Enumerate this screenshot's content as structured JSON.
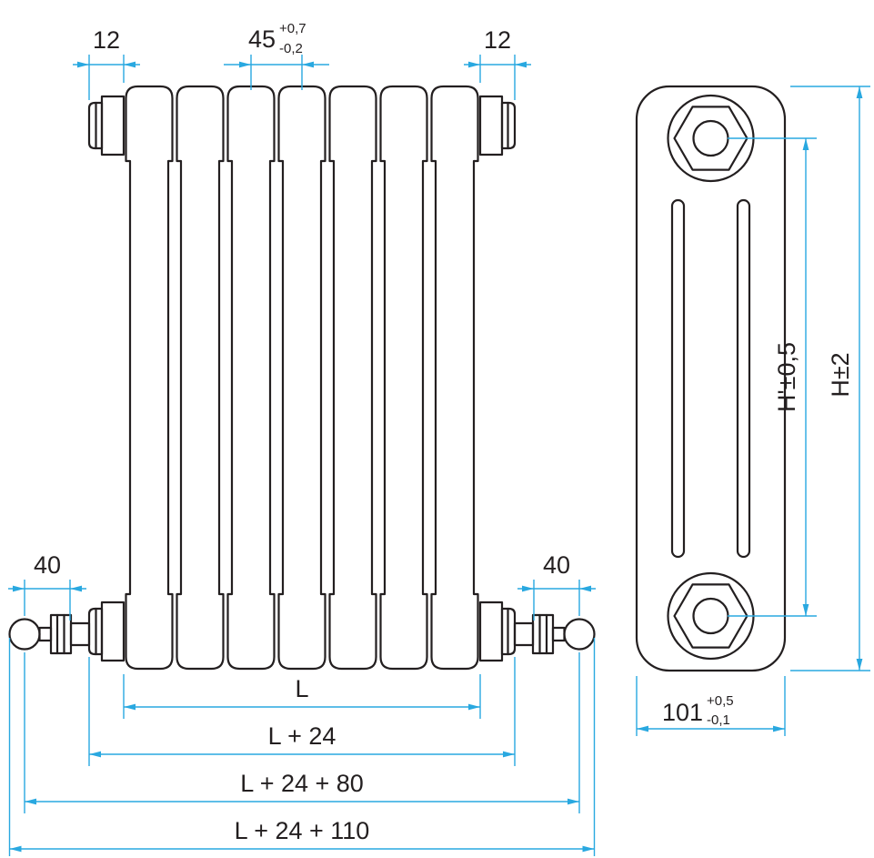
{
  "page": {
    "background": "#ffffff"
  },
  "colors": {
    "drawing_line": "#231f20",
    "dimension_line": "#29a8e0",
    "text": "#231f20"
  },
  "front_view": {
    "label": "radiator-front-view",
    "dimensions": {
      "cap_left": "12",
      "cap_right": "12",
      "pitch_value": "45",
      "pitch_tol_plus": "+0,7",
      "pitch_tol_minus": "-0,2",
      "valve_left": "40",
      "valve_right": "40",
      "length": "L",
      "length_with_bushings": "L + 24",
      "length_with_valves": "L + 24 + 80",
      "length_overall": "L + 24 + 110"
    }
  },
  "side_view": {
    "label": "radiator-side-view",
    "dimensions": {
      "tapping_distance": "H'±0,5",
      "overall_height": "H±2",
      "depth_value": "101",
      "depth_tol_plus": "+0,5",
      "depth_tol_minus": "-0,1"
    }
  }
}
